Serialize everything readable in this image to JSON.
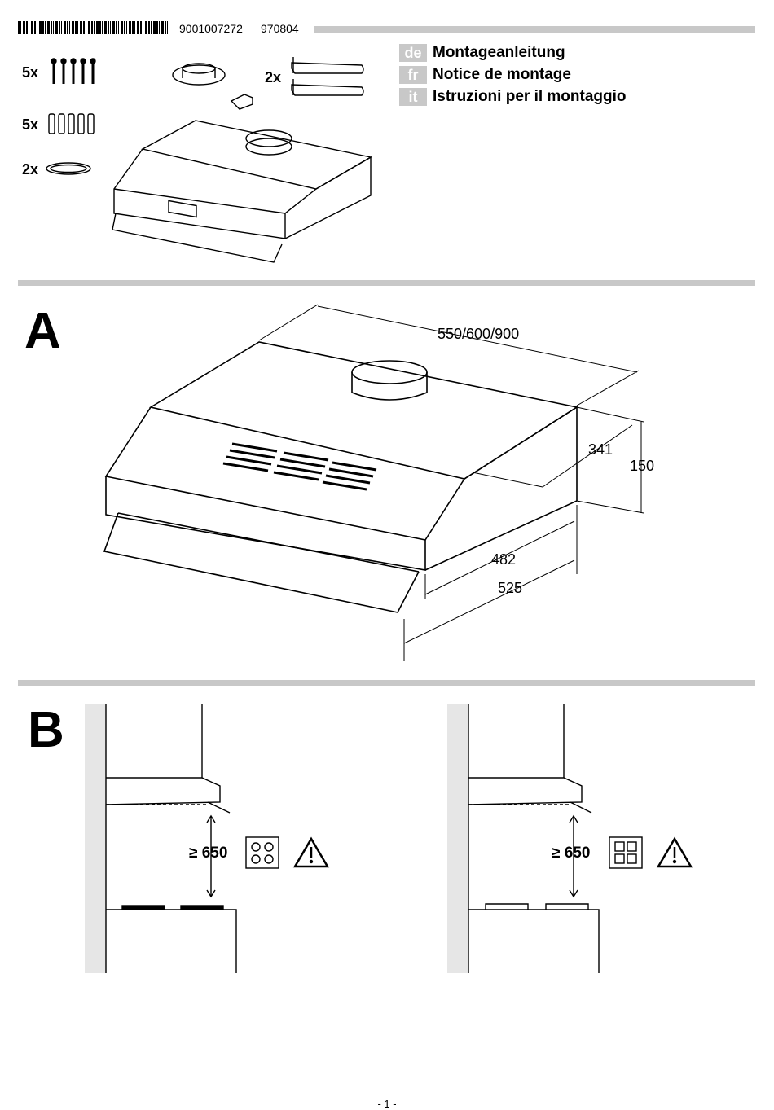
{
  "header": {
    "barcode_number": "9001007272",
    "date_code": "970804"
  },
  "languages": [
    {
      "code": "de",
      "title": "Montageanleitung"
    },
    {
      "code": "fr",
      "title": "Notice de montage"
    },
    {
      "code": "it",
      "title": "Istruzioni per il montaggio"
    }
  ],
  "parts": {
    "screws_qty": "5x",
    "plugs_qty": "5x",
    "filter_qty": "2x",
    "brackets_qty": "2x"
  },
  "section_a": {
    "letter": "A",
    "dim_width": "550/600/900",
    "dim_depth_top": "341",
    "dim_height": "150",
    "dim_depth_inner": "482",
    "dim_depth_outer": "525"
  },
  "section_b": {
    "letter": "B",
    "clearance_left": "≥ 650",
    "clearance_right": "≥ 650"
  },
  "footer": {
    "page_number": "- 1 -"
  }
}
